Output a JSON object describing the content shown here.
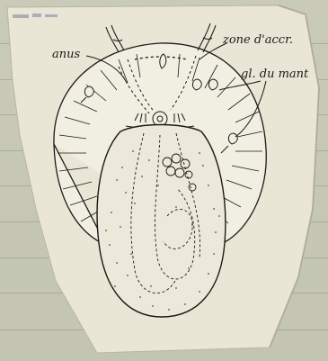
{
  "labels": {
    "anus": "anus",
    "accretion_zone": "zone d'accr.",
    "mantle_glands": "gl. du mant"
  },
  "colors": {
    "paper": "#e9e6d6",
    "ink": "#1c1a16",
    "background": "#c6c8b6"
  }
}
